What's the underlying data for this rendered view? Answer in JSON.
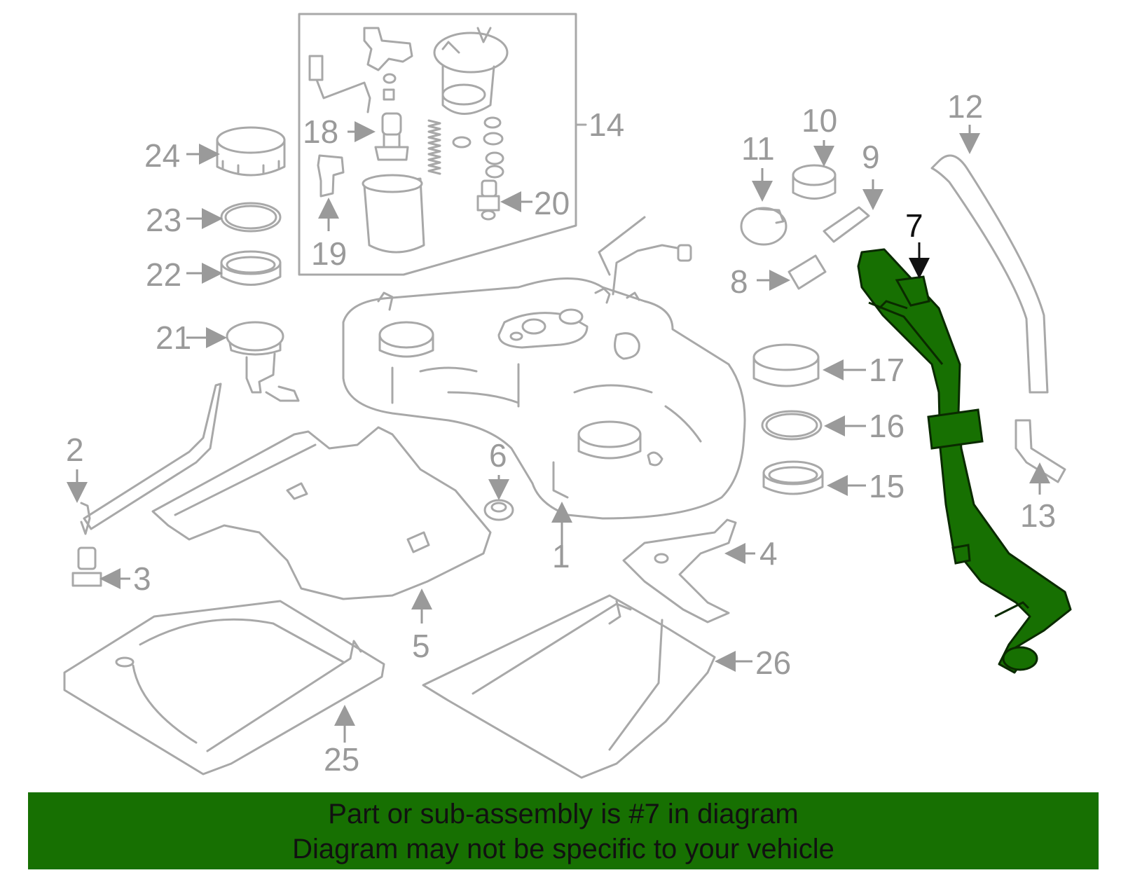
{
  "callouts": [
    "1",
    "2",
    "3",
    "4",
    "5",
    "6",
    "7",
    "8",
    "9",
    "10",
    "11",
    "12",
    "13",
    "14",
    "15",
    "16",
    "17",
    "18",
    "19",
    "20",
    "21",
    "22",
    "23",
    "24",
    "25",
    "26"
  ],
  "highlight_part": "7",
  "colors": {
    "highlight": "#177002",
    "line": "#a8a8a8",
    "label": "#9a9a9a",
    "footer": "#177002"
  },
  "footer": {
    "line1": "Part or sub-assembly is #7 in diagram",
    "line2": "Diagram may not be specific to your vehicle"
  }
}
